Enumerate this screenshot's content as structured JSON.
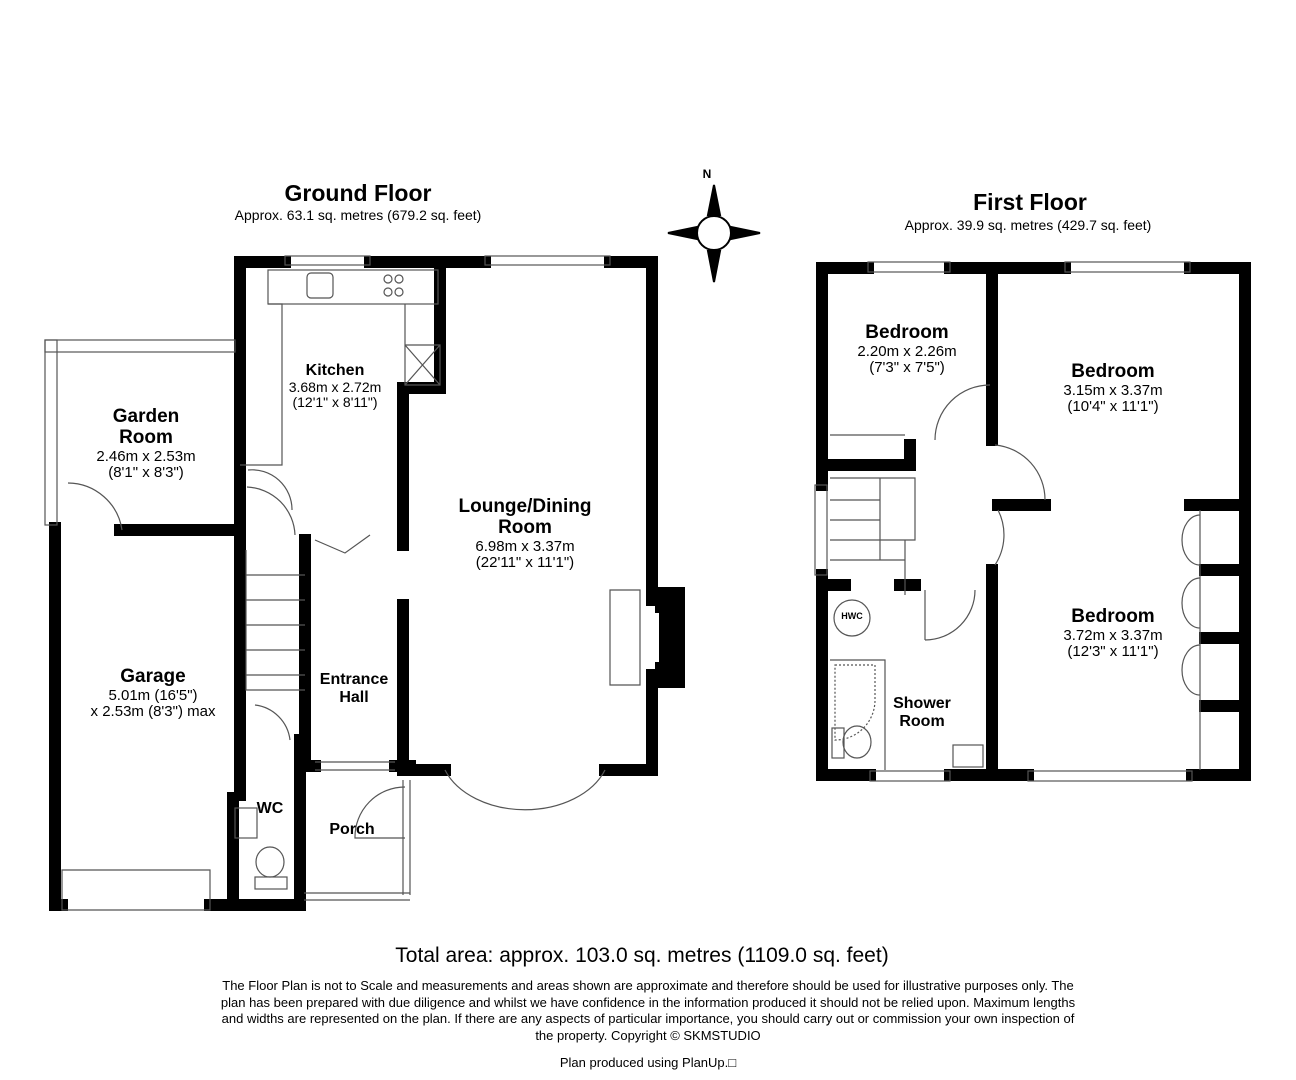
{
  "ground_floor": {
    "title": "Ground Floor",
    "area": "Approx. 63.1 sq. metres (679.2 sq. feet)",
    "rooms": {
      "kitchen": {
        "name": "Kitchen",
        "dim_m": "3.68m x 2.72m",
        "dim_ft": "(12'1\" x 8'11\")"
      },
      "garden_room": {
        "name1": "Garden",
        "name2": "Room",
        "dim_m": "2.46m x 2.53m",
        "dim_ft": "(8'1\" x 8'3\")"
      },
      "lounge": {
        "name1": "Lounge/Dining",
        "name2": "Room",
        "dim_m": "6.98m x 3.37m",
        "dim_ft": "(22'11\" x 11'1\")"
      },
      "garage": {
        "name": "Garage",
        "dim1": "5.01m (16'5\")",
        "dim2": "x 2.53m (8'3\") max"
      },
      "hall": {
        "name1": "Entrance",
        "name2": "Hall"
      },
      "wc": {
        "name": "WC"
      },
      "porch": {
        "name": "Porch"
      }
    }
  },
  "first_floor": {
    "title": "First Floor",
    "area": "Approx. 39.9 sq. metres (429.7 sq. feet)",
    "rooms": {
      "bedroom_small": {
        "name": "Bedroom",
        "dim_m": "2.20m x 2.26m",
        "dim_ft": "(7'3\" x 7'5\")"
      },
      "bedroom_rear": {
        "name": "Bedroom",
        "dim_m": "3.15m x 3.37m",
        "dim_ft": "(10'4\" x 11'1\")"
      },
      "bedroom_front": {
        "name": "Bedroom",
        "dim_m": "3.72m x 3.37m",
        "dim_ft": "(12'3\" x 11'1\")"
      },
      "shower": {
        "name1": "Shower",
        "name2": "Room"
      },
      "hwc": {
        "name": "HWC"
      }
    }
  },
  "compass": {
    "label": "N"
  },
  "footer": {
    "total": "Total area: approx. 103.0 sq. metres (1109.0 sq. feet)",
    "disclaimer": "The Floor Plan is not to Scale and measurements and areas shown are approximate and therefore should be used for illustrative purposes only. The plan has been prepared with due diligence and whilst we have confidence in the information produced it should not be relied upon. Maximum lengths and widths are represented on the plan. If there are any aspects of particular importance, you should carry out or commission your own inspection of the property. Copyright © SKMSTUDIO",
    "produced": "Plan produced using PlanUp.□"
  }
}
